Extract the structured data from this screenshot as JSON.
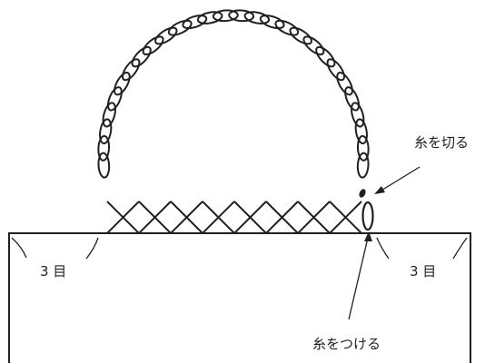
{
  "labels": {
    "cut_thread": "糸を切る",
    "attach_thread": "糸をつける",
    "left_stitch_count": "3 目",
    "right_stitch_count": "3 目"
  },
  "diagram": {
    "chain_loop_stitches": 28,
    "single_crochet_stitches": 8,
    "stroke_color": "#231f20",
    "background_color": "#ffffff"
  }
}
